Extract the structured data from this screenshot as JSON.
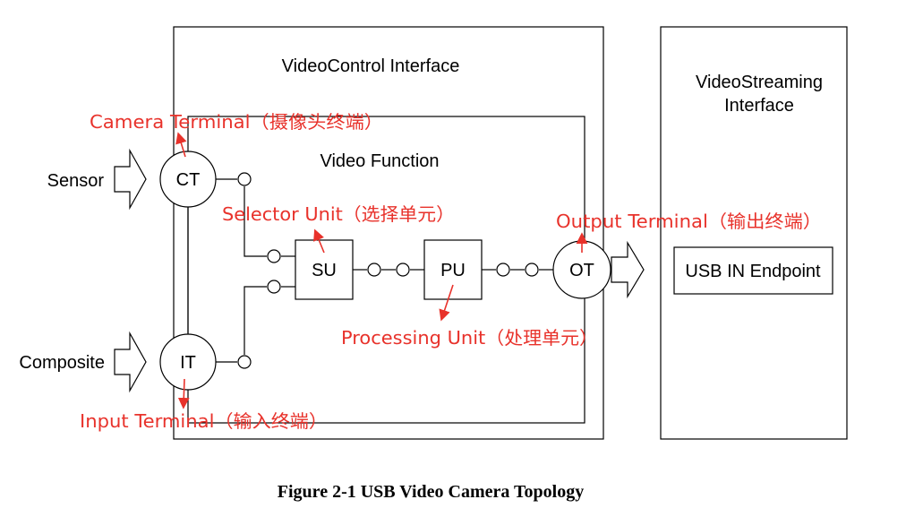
{
  "interfaces": {
    "video_control": "VideoControl Interface",
    "video_streaming_line1": "VideoStreaming",
    "video_streaming_line2": "Interface",
    "video_function": "Video Function"
  },
  "inputs": {
    "sensor": "Sensor",
    "composite": "Composite"
  },
  "units": {
    "ct": "CT",
    "it": "IT",
    "su": "SU",
    "pu": "PU",
    "ot": "OT",
    "usb_endpoint": "USB IN Endpoint"
  },
  "annotations": {
    "camera_terminal": "Camera Terminal（摄像头终端）",
    "selector_unit": "Selector Unit（选择单元）",
    "output_terminal": "Output Terminal（输出终端）",
    "processing_unit": "Processing Unit（处理单元）",
    "input_terminal": "Input Terminal（输入终端）"
  },
  "caption": "Figure 2-1 USB Video Camera Topology",
  "colors": {
    "annotation": "#e8322b",
    "line": "#000000"
  }
}
